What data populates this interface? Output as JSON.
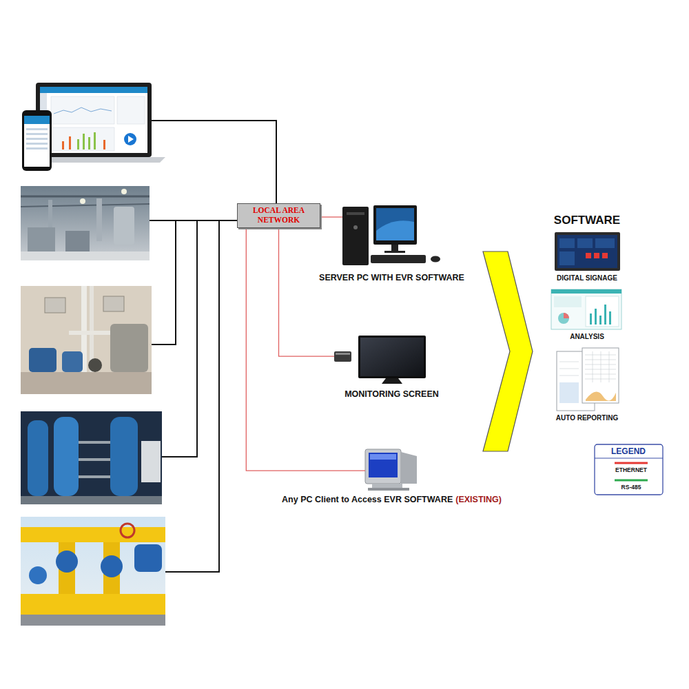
{
  "diagram": {
    "nodes": [
      {
        "text": [
          "LOCAL AREA NETWORK"
        ]
      },
      {
        "text": [
          "SERVER PC WITH EVR SOFTWARE"
        ]
      },
      {
        "text": [
          "MONITORING SCREEN"
        ]
      },
      {
        "text": [
          "Any PC Client to Access EVR SOFTWARE",
          "(EXISTING)"
        ]
      }
    ],
    "edges": [
      {
        "from": 0,
        "to": 1,
        "arrow": "none"
      },
      {
        "from": 0,
        "to": 2,
        "arrow": "none"
      },
      {
        "from": 0,
        "to": 3,
        "arrow": "none"
      }
    ],
    "labels": [
      "SOFTWARE",
      "DIGITAL SIGNAGE",
      "ANALYSIS",
      "AUTO REPORTING",
      "LEGEND"
    ],
    "legend": [
      {
        "text": "ETHERNET"
      },
      {
        "text": "RS-485"
      }
    ]
  }
}
